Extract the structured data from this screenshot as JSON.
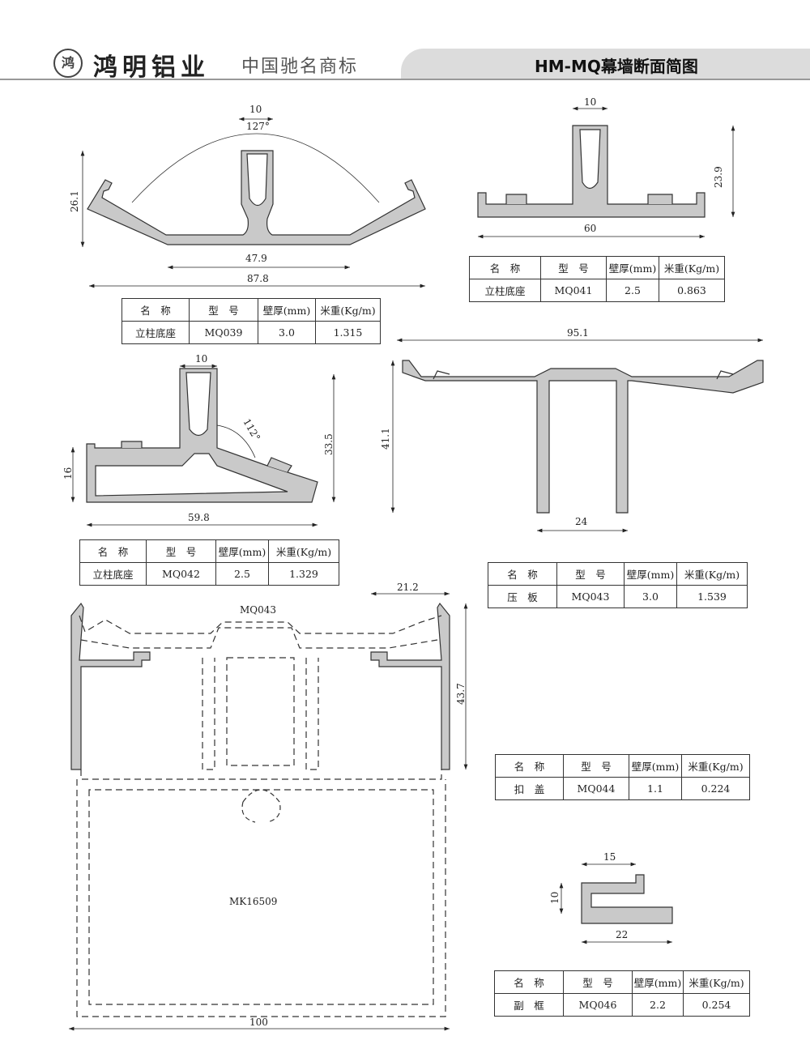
{
  "header": {
    "logo_text": "鸿",
    "brand": "鸿明铝业",
    "slogan": "中国驰名商标",
    "title": "HM-MQ幕墙断面简图"
  },
  "table_headers": [
    "名　称",
    "型　号",
    "壁厚(mm)",
    "米重(Kg/m)"
  ],
  "profiles": [
    {
      "id": "mq039",
      "name": "立柱底座",
      "model": "MQ039",
      "wall": "3.0",
      "weight": "1.315",
      "dims": {
        "top": "10",
        "angle": "127°",
        "height": "26.1",
        "bottom": "47.9",
        "width": "87.8"
      }
    },
    {
      "id": "mq041",
      "name": "立柱底座",
      "model": "MQ041",
      "wall": "2.5",
      "weight": "0.863",
      "dims": {
        "top": "10",
        "height": "23.9",
        "width": "60"
      }
    },
    {
      "id": "mq042",
      "name": "立柱底座",
      "model": "MQ042",
      "wall": "2.5",
      "weight": "1.329",
      "dims": {
        "top": "10",
        "angle": "112°",
        "height": "33.5",
        "left": "16",
        "width": "59.8"
      }
    },
    {
      "id": "mq043",
      "name": "压　板",
      "model": "MQ043",
      "wall": "3.0",
      "weight": "1.539",
      "dims": {
        "width": "95.1",
        "height": "41.1",
        "legs": "24"
      }
    },
    {
      "id": "mq044",
      "name": "扣　盖",
      "model": "MQ044",
      "wall": "1.1",
      "weight": "0.224",
      "dims": {
        "label_top": "MQ043",
        "cap": "21.2",
        "height": "43.7",
        "label_frame": "MK16509",
        "width": "100"
      }
    },
    {
      "id": "mq046",
      "name": "副　框",
      "model": "MQ046",
      "wall": "2.2",
      "weight": "0.254",
      "dims": {
        "top": "15",
        "height": "10",
        "width": "22"
      }
    }
  ],
  "colors": {
    "profile_fill": "#c9c9c9",
    "outline": "#333333",
    "tab_bg": "#dcdcdc"
  }
}
